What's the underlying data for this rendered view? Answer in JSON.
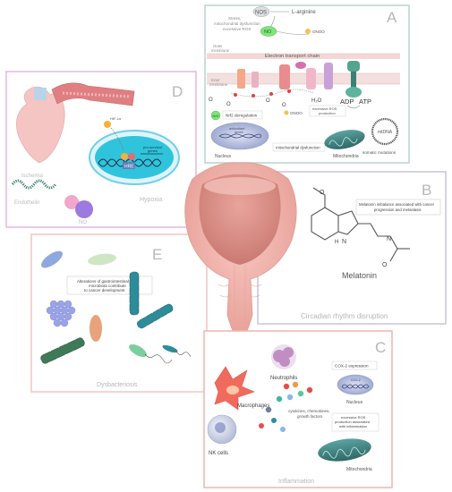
{
  "panels": {
    "A": {
      "letter": "A",
      "nos": "NOS",
      "l_arginine": "L-arginine",
      "stress_1": "Stress,",
      "stress_2": "mitochondrial dysfunction",
      "stress_3": "excessive ROS",
      "no": "NO",
      "onoo_top": "ONOO",
      "outer_membrane_1": "Outer",
      "outer_membrane_2": "membrane",
      "etc": "Electron transport chain",
      "inner_membrane_1": "Inner",
      "inner_membrane_2": "membrane",
      "o2_labels": [
        "O",
        "O",
        "O",
        "O"
      ],
      "h2o": "H₂O",
      "adp": "ADP",
      "atp": "ATP",
      "onoo_low": "ONOO",
      "excess_ros_1": "excessive ROS",
      "excess_ros_2": "production",
      "nrf2_chip": "Nrf2",
      "nrf2_deregulation": "Nrf2 deregulation",
      "antioxidant_1": "antioxidant",
      "antioxidant_2": "genes",
      "nucleus": "Nucleus",
      "mito_dysfunction": "mitochondrial dysfunction",
      "mitochondria": "Mitochondria",
      "mtdna": "mtDNA",
      "somatic": "somatic mutations"
    },
    "B": {
      "letter": "B",
      "imbalance_1": "Melatonin imbalance associated with cancer",
      "imbalance_2": "progression and metastasis",
      "melatonin": "Melatonin",
      "caption": "Circadian rhythm disruption",
      "atom_o": "O",
      "atom_n": "N",
      "atom_h": "H"
    },
    "C": {
      "letter": "C",
      "neutrophils": "Neutrophils",
      "macrophages": "Macrophages",
      "cyto_1": "cytokines, chemokines,",
      "cyto_2": "growth factors",
      "nk": "NK cells",
      "cox_expr": "COX-2 expression",
      "cox_gene": "COX-2",
      "nucleus": "Nucleus",
      "ros_1": "excessive ROS",
      "ros_2": "production associated",
      "ros_3": "with inflammation",
      "mitochondria": "Mitochondria",
      "caption": "Inflammation"
    },
    "D": {
      "letter": "D",
      "hif": "HIF-1α",
      "pro_1": "pro-survival",
      "pro_2": "genes",
      "hre": "HRE",
      "ischemia": "Ischemia",
      "endothelin": "Endothelin",
      "no": "NO",
      "hypoxia": "Hypoxia"
    },
    "E": {
      "letter": "E",
      "alter_1": "Alterations of gastrointestinal",
      "alter_2": "microbiota contribute",
      "alter_3": "to cancer development",
      "caption": "Dysbacteriosis"
    }
  },
  "colors": {
    "panel_A_border": "#b9d3ce",
    "panel_B_border": "#c8c4d8",
    "panel_C_border": "#f1b3ad",
    "panel_D_border": "#e3b7e0",
    "panel_E_border": "#f3c4c0",
    "bladder_outer": "#f0b3ad",
    "bladder_inner": "#d98d85",
    "mito": "#3d7f7e",
    "teal_bacteria": "#2e8c9a",
    "green_bacteria": "#3f7a58"
  }
}
